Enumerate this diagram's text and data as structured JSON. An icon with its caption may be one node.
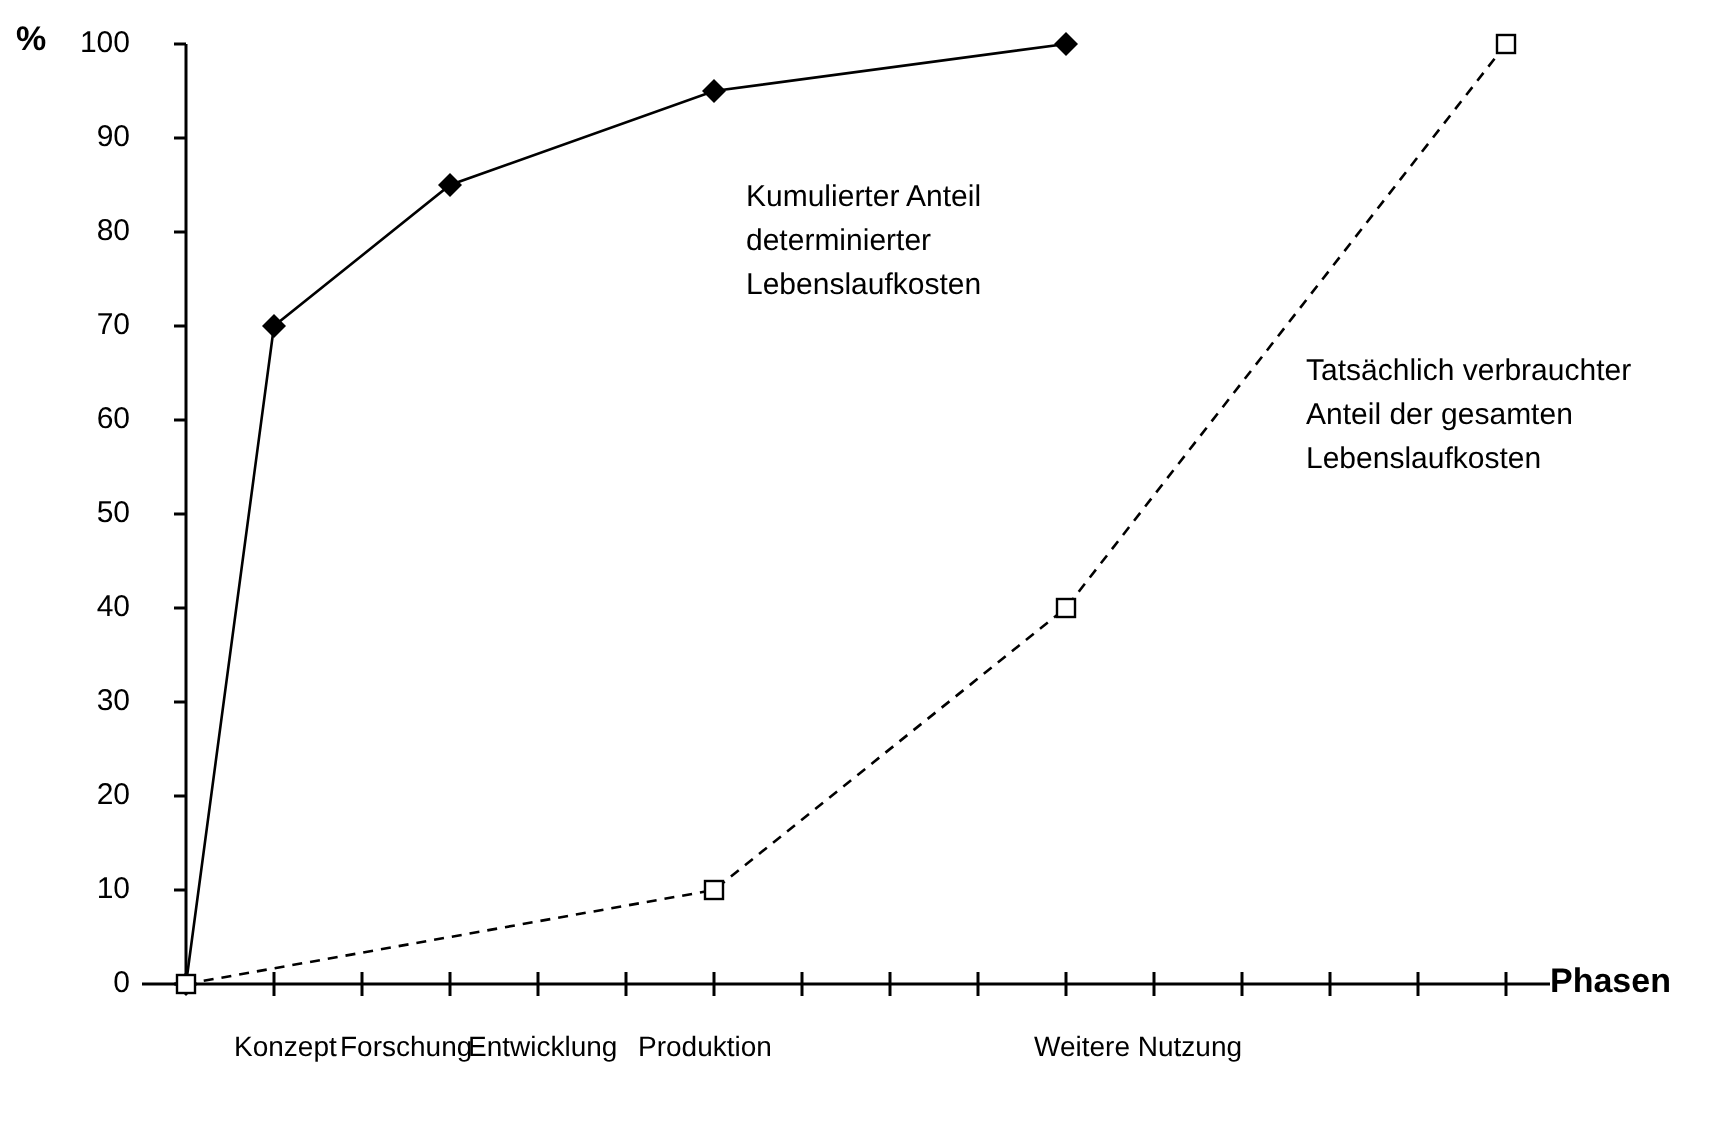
{
  "diagram": {
    "labels": [
      "Konzept",
      "Forschung",
      "Entwicklung",
      "Produktion",
      "Weitere Nutzung"
    ],
    "chart_data": {
      "type": "line",
      "xlabel": "Phasen",
      "ylabel": "%",
      "categories": [
        null,
        null,
        null,
        null,
        null,
        null,
        null,
        null,
        null,
        null,
        null,
        null,
        null,
        null,
        null,
        null
      ],
      "ylim": [
        0,
        100
      ],
      "yticks": [
        0,
        10,
        20,
        30,
        40,
        50,
        60,
        70,
        80,
        90,
        100
      ],
      "series": [
        {
          "name": "Kumulierter Anteil determinierter Lebenslaufkosten",
          "color": "#000000",
          "marker": "diamond",
          "values": [
            0,
            70,
            null,
            85,
            null,
            null,
            95,
            null,
            null,
            null,
            100,
            null,
            null,
            null,
            null,
            null
          ]
        },
        {
          "name": "Tatsächlich verbrauchter Anteil der gesamten Lebenslaufkosten",
          "color": "#000000",
          "marker": "square",
          "line_style": "dashed",
          "values": [
            0,
            null,
            null,
            null,
            null,
            null,
            10,
            null,
            null,
            null,
            40,
            null,
            null,
            null,
            null,
            100
          ]
        }
      ]
    }
  }
}
